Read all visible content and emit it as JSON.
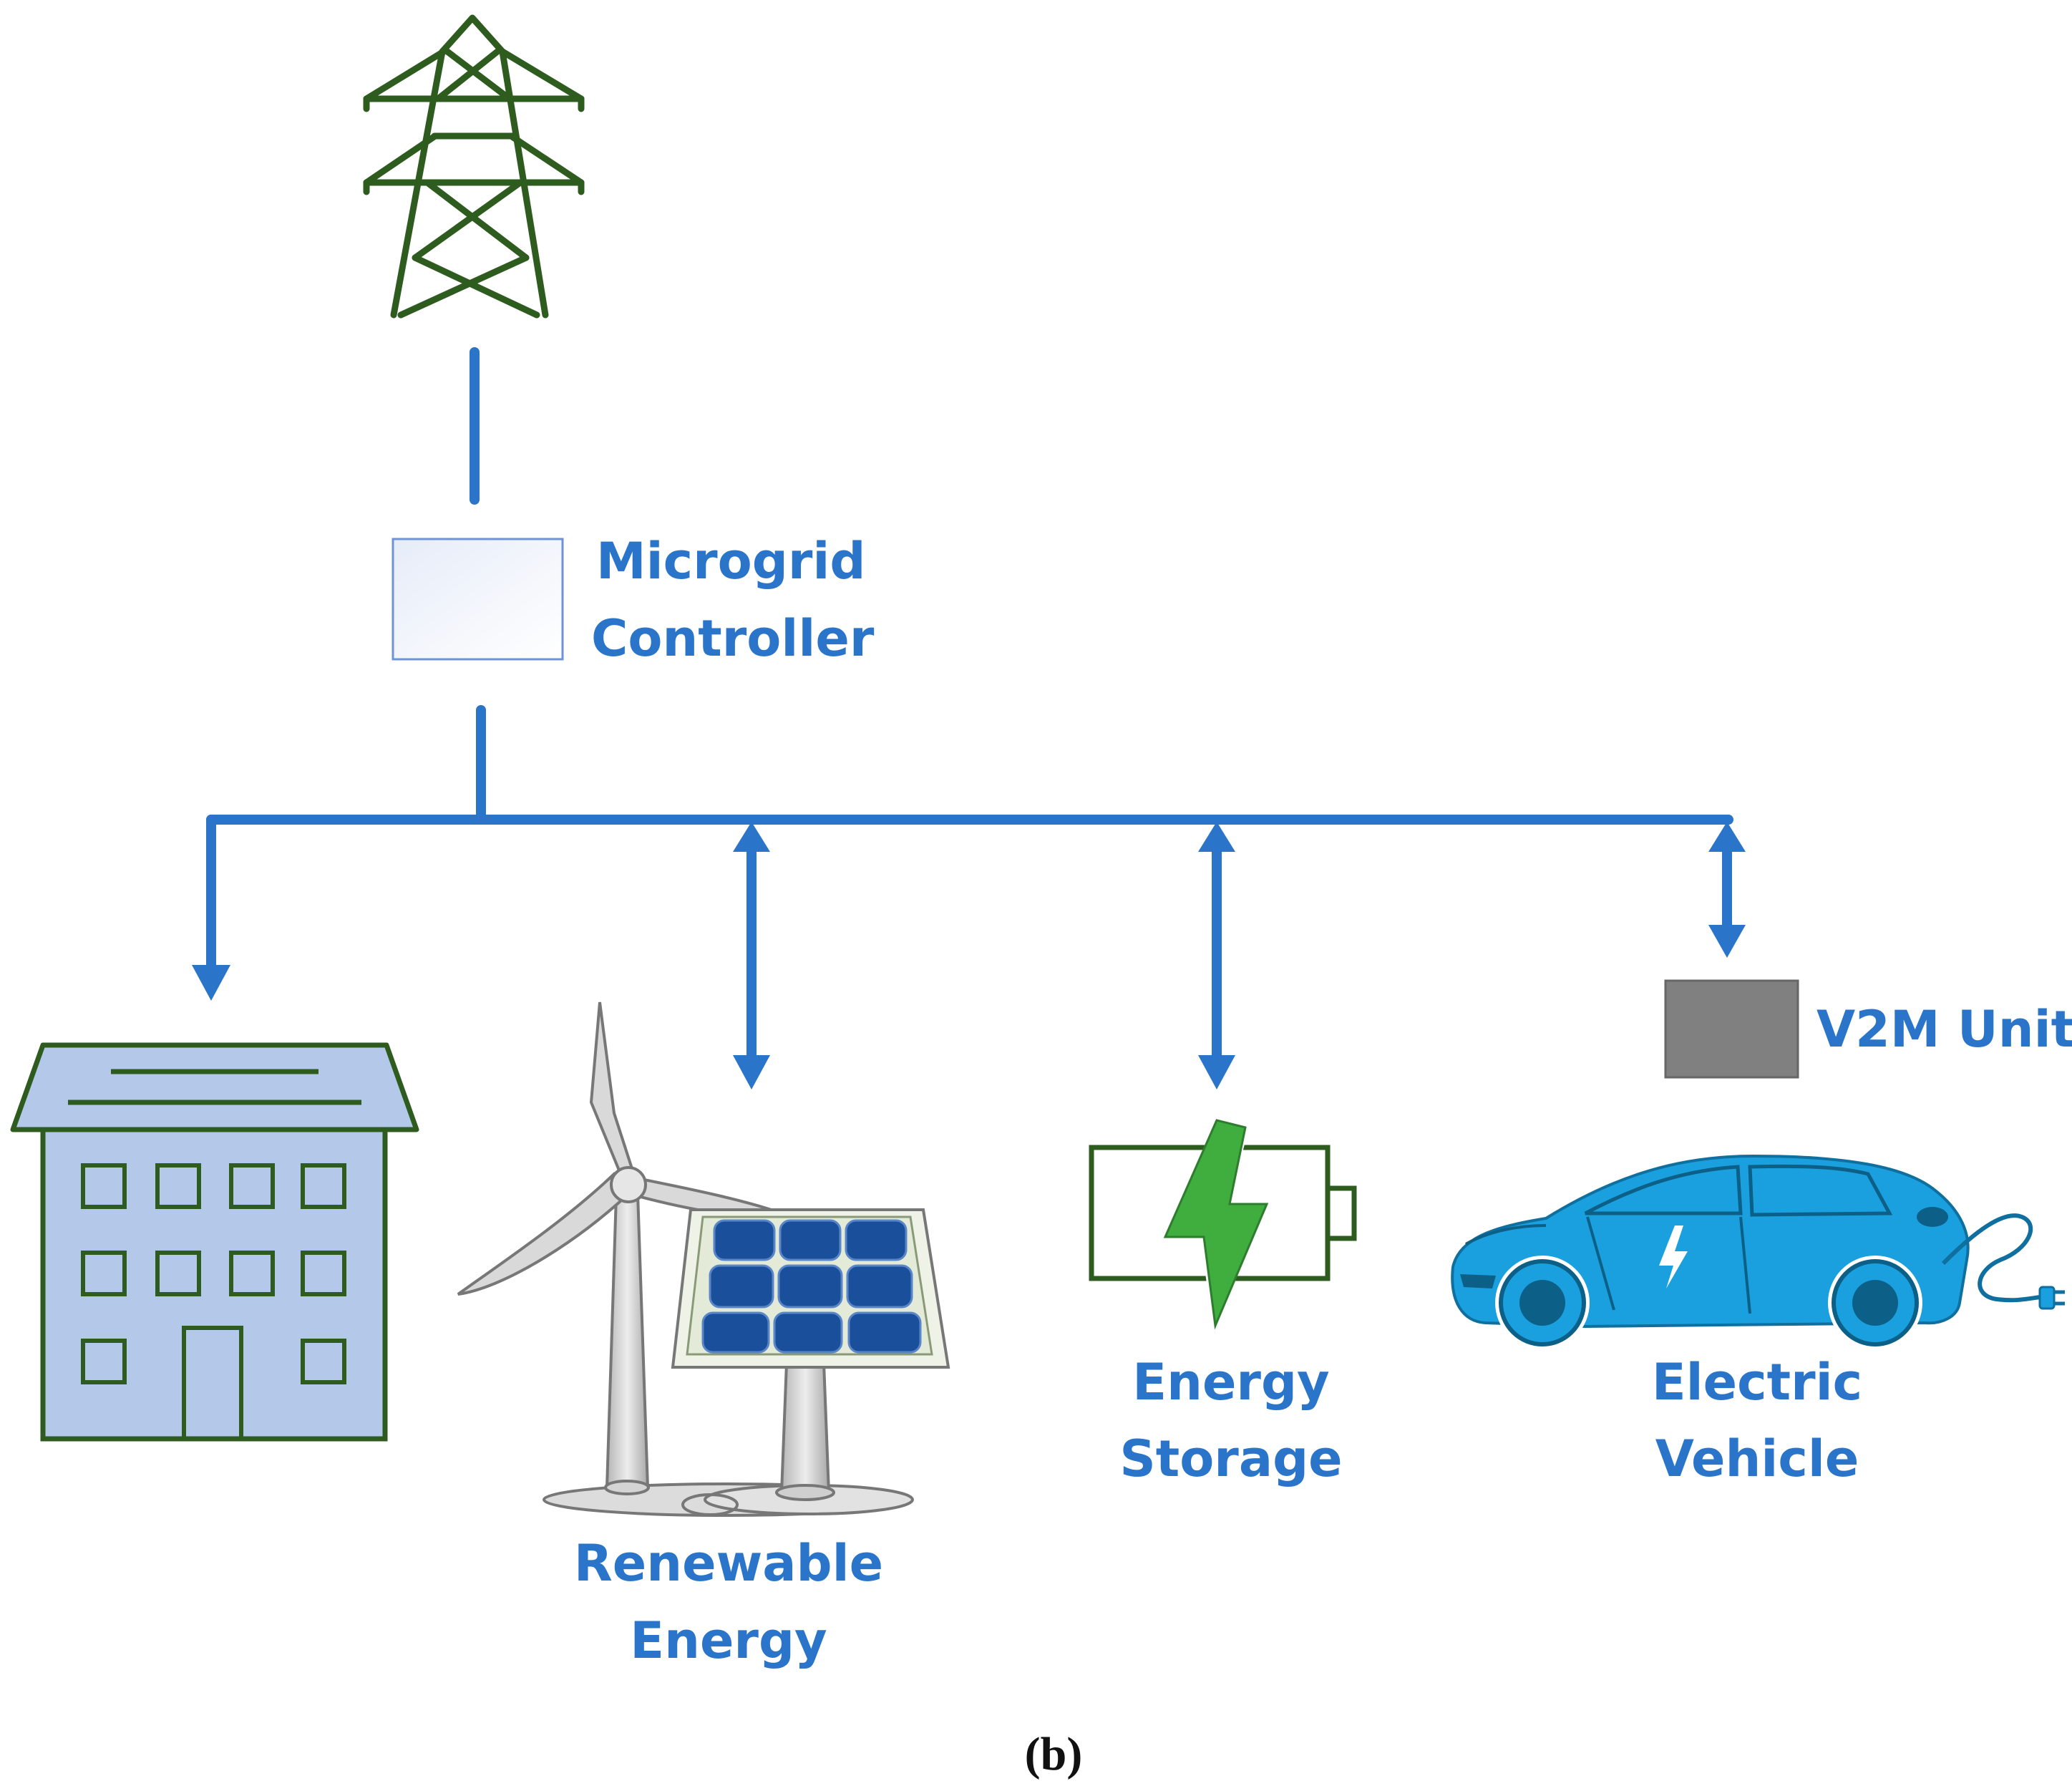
{
  "labels": {
    "controller_line1": "Microgrid",
    "controller_line2": "Controller",
    "v2m": "V2M Unit",
    "renewable_line1": "Renewable",
    "renewable_line2": "Energy",
    "storage_line1": "Energy",
    "storage_line2": "Storage",
    "ev_line1": "Electric",
    "ev_line2": "Vehicle",
    "caption": "(b)"
  },
  "colors": {
    "line": "#2a75c9",
    "tower": "#2e5c1f",
    "building_fill": "#b4c8ea",
    "building_stroke": "#2e5c1f",
    "battery_bolt": "#3fae3f",
    "ev_body": "#1aa0de",
    "v2m_box": "#808080",
    "solar_cell": "#1a4f9c"
  },
  "icons": [
    "transmission-tower-icon",
    "building-icon",
    "wind-turbine-icon",
    "solar-panel-icon",
    "battery-icon",
    "electric-car-icon"
  ]
}
